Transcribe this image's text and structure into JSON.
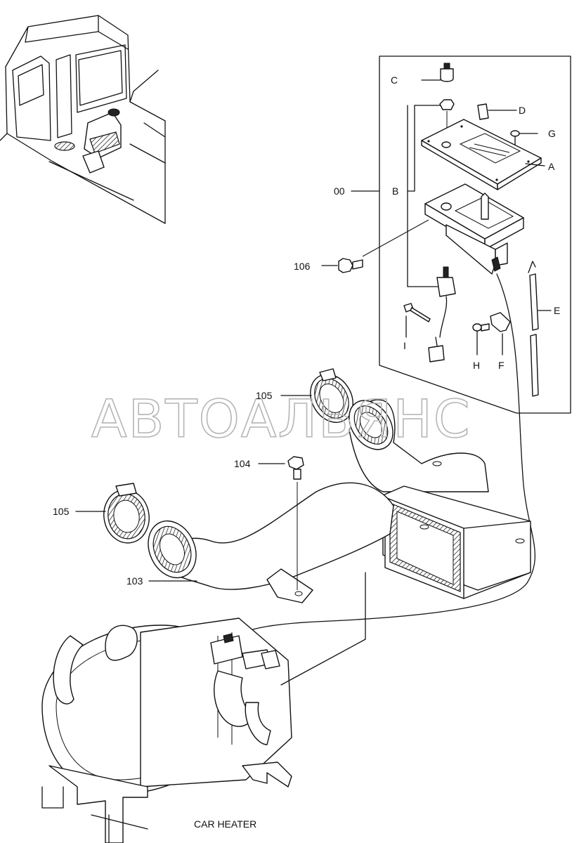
{
  "caption": "CAR HEATER",
  "watermark": "АВТОАЛЬЯНС",
  "callouts": {
    "kit": "00",
    "c": "C",
    "d": "D",
    "g": "G",
    "a": "A",
    "b": "B",
    "p106": "106",
    "e": "E",
    "i": "I",
    "h": "H",
    "f": "F",
    "p105_upper": "105",
    "p104": "104",
    "p105_lower": "105",
    "p103": "103"
  }
}
